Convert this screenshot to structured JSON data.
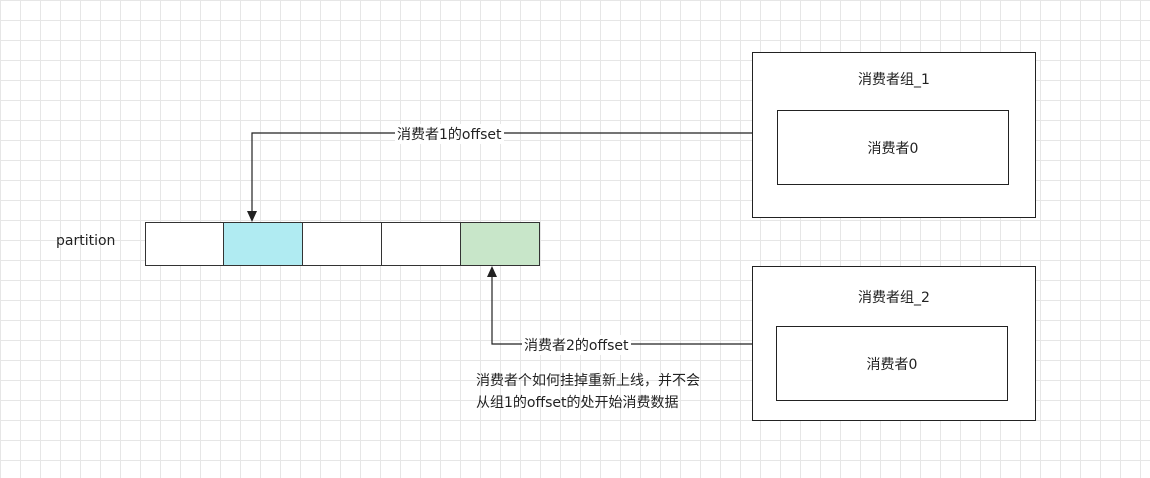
{
  "partition": {
    "label": "partition",
    "cells": [
      {
        "fill": "#ffffff"
      },
      {
        "fill": "#b0ebf2"
      },
      {
        "fill": "#ffffff"
      },
      {
        "fill": "#ffffff"
      },
      {
        "fill": "#c8e6c9"
      }
    ]
  },
  "groups": [
    {
      "title": "消费者组_1",
      "consumer": "消费者0"
    },
    {
      "title": "消费者组_2",
      "consumer": "消费者0"
    }
  ],
  "arrows": {
    "offset1_label": "消费者1的offset",
    "offset2_label": "消费者2的offset"
  },
  "note": {
    "line1": "消费者个如何挂掉重新上线，并不会",
    "line2": "从组1的offset的处开始消费数据"
  },
  "colors": {
    "line": "#222222",
    "cell_highlight_blue": "#b0ebf2",
    "cell_highlight_green": "#c8e6c9"
  }
}
